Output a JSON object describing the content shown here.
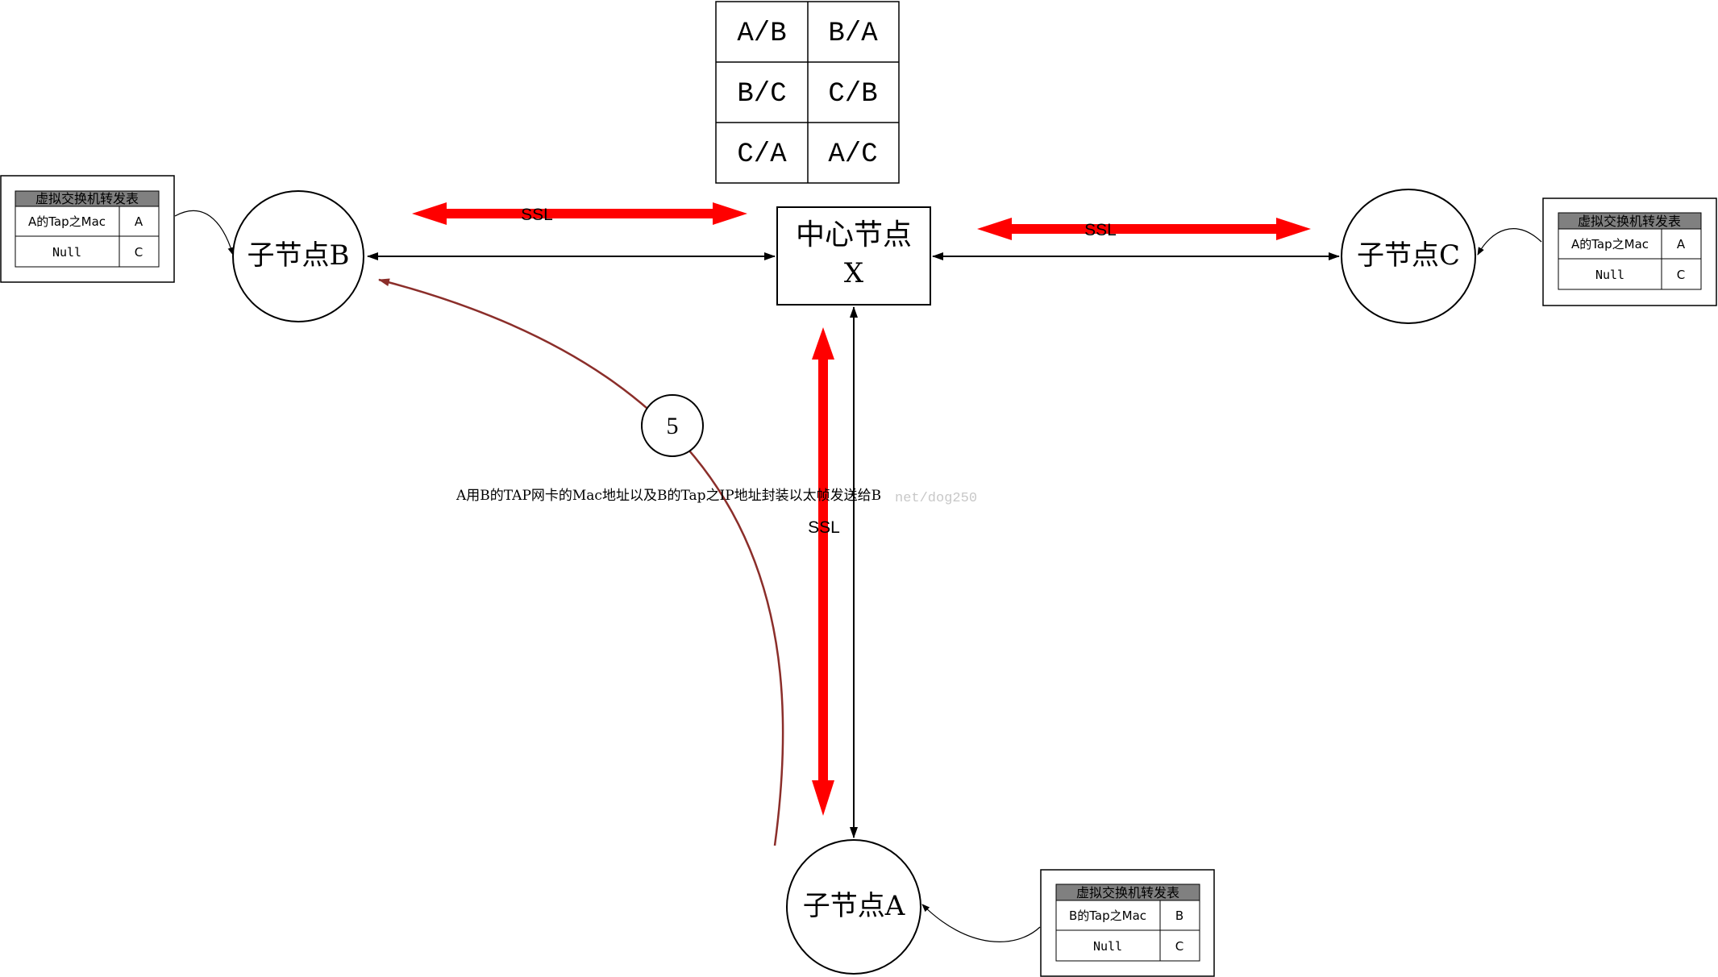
{
  "colors": {
    "ssl_arrow": "#ff0000",
    "path_curve": "#8b2e2a",
    "table_header_bg": "#808080",
    "line": "#000000"
  },
  "routing_table": [
    [
      "A/B",
      "B/A"
    ],
    [
      "B/C",
      "C/B"
    ],
    [
      "C/A",
      "A/C"
    ]
  ],
  "center_node": {
    "line1": "中心节点",
    "line2": "X"
  },
  "nodes": {
    "b": "子节点B",
    "c": "子节点C",
    "a": "子节点A"
  },
  "ssl_labels": {
    "left": "SSL",
    "right": "SSL",
    "vertical": "SSL"
  },
  "step": {
    "number": "5",
    "description": "A用B的TAP网卡的Mac地址以及B的Tap之IP地址封装以太帧发送给B"
  },
  "watermark": "net/dog250",
  "switch_tables": {
    "b": {
      "title": "虚拟交换机转发表",
      "rows": [
        [
          "A的Tap之Mac",
          "A"
        ],
        [
          "Null",
          "C"
        ]
      ]
    },
    "c": {
      "title": "虚拟交换机转发表",
      "rows": [
        [
          "A的Tap之Mac",
          "A"
        ],
        [
          "Null",
          "C"
        ]
      ]
    },
    "a": {
      "title": "虚拟交换机转发表",
      "rows": [
        [
          "B的Tap之Mac",
          "B"
        ],
        [
          "Null",
          "C"
        ]
      ]
    }
  }
}
